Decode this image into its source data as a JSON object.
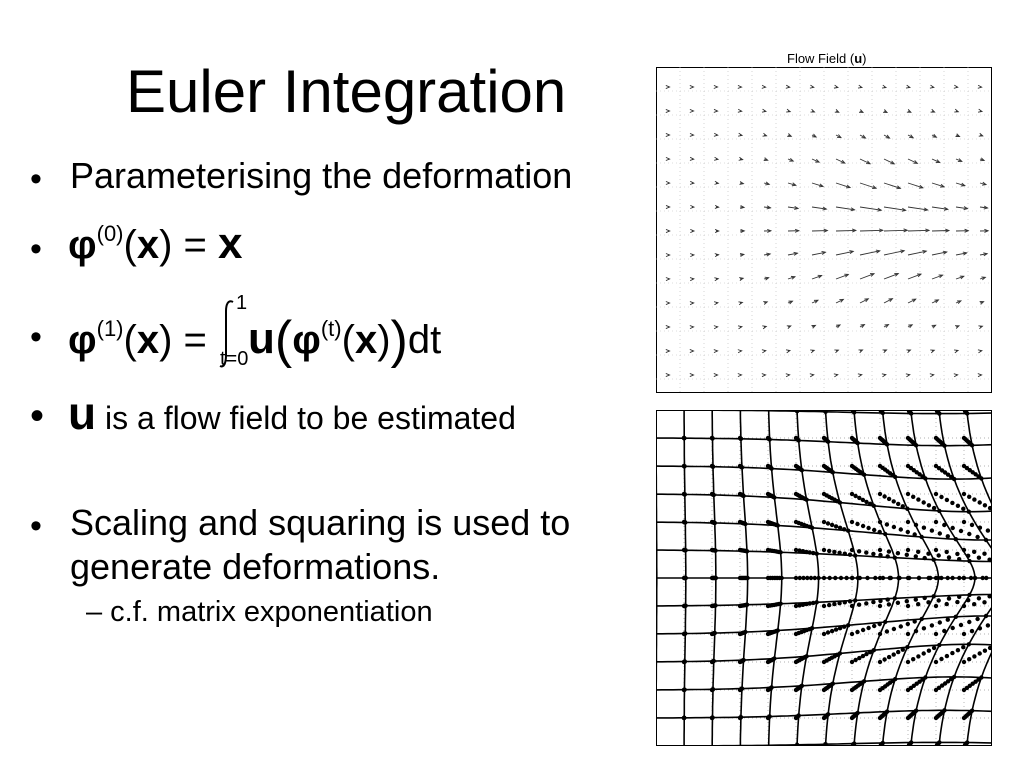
{
  "slide": {
    "title": "Euler Integration",
    "bullets": {
      "b1_text": "Parameterising the deformation",
      "b2": {
        "phi": "φ",
        "sup0": "(0)",
        "open": "(",
        "x": "x",
        "close_eq": ") = ",
        "rhs": "x"
      },
      "b3": {
        "phi": "φ",
        "sup1": "(1)",
        "open": "(",
        "x": "x",
        "close_eq": ") = ",
        "int_upper": "1",
        "int_lower": "t=0",
        "u": "u",
        "paren_open": "(",
        "phi2": "φ",
        "supt": "(t)",
        "open2": "(",
        "x2": "x",
        "close2": ")",
        "paren_close": ")",
        "dt": "dt"
      },
      "b4": {
        "u": "u",
        "text": " is a flow field to be estimated"
      },
      "b5_line1": "Scaling and squaring is used to",
      "b5_line2": "generate deformations.",
      "sub1": "– c.f. matrix exponentiation"
    },
    "bullet_glyph": "•"
  },
  "figure_top": {
    "title_prefix": "Flow Field (",
    "title_u": "u",
    "title_suffix": ")"
  }
}
